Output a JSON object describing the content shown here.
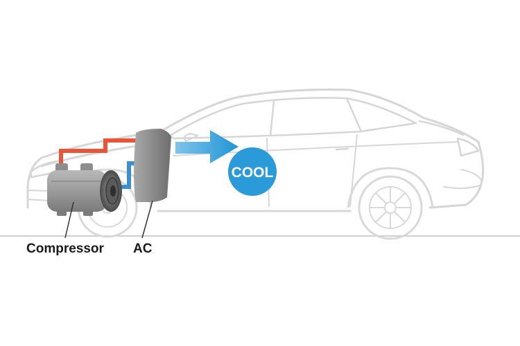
{
  "diagram": {
    "labels": {
      "compressor": "Compressor",
      "ac": "AC",
      "cool": "COOL"
    },
    "colors": {
      "car_outline": "#d9d9d9",
      "ground_line": "#cccccc",
      "hot_pipe": "#e8553a",
      "cold_pipe": "#3a8fd0",
      "cool_arrow": "#2a9ad8",
      "cool_badge": "#2a9ad8",
      "cool_text": "#ffffff",
      "ac_unit": "#8c8c8c",
      "compressor_body": "#9a9a9a",
      "label_text": "#1a1a1a"
    },
    "components": [
      {
        "id": "compressor",
        "icon": "compressor-icon"
      },
      {
        "id": "ac",
        "icon": "ac-unit-icon"
      },
      {
        "id": "car",
        "icon": "car-outline-icon"
      }
    ]
  }
}
